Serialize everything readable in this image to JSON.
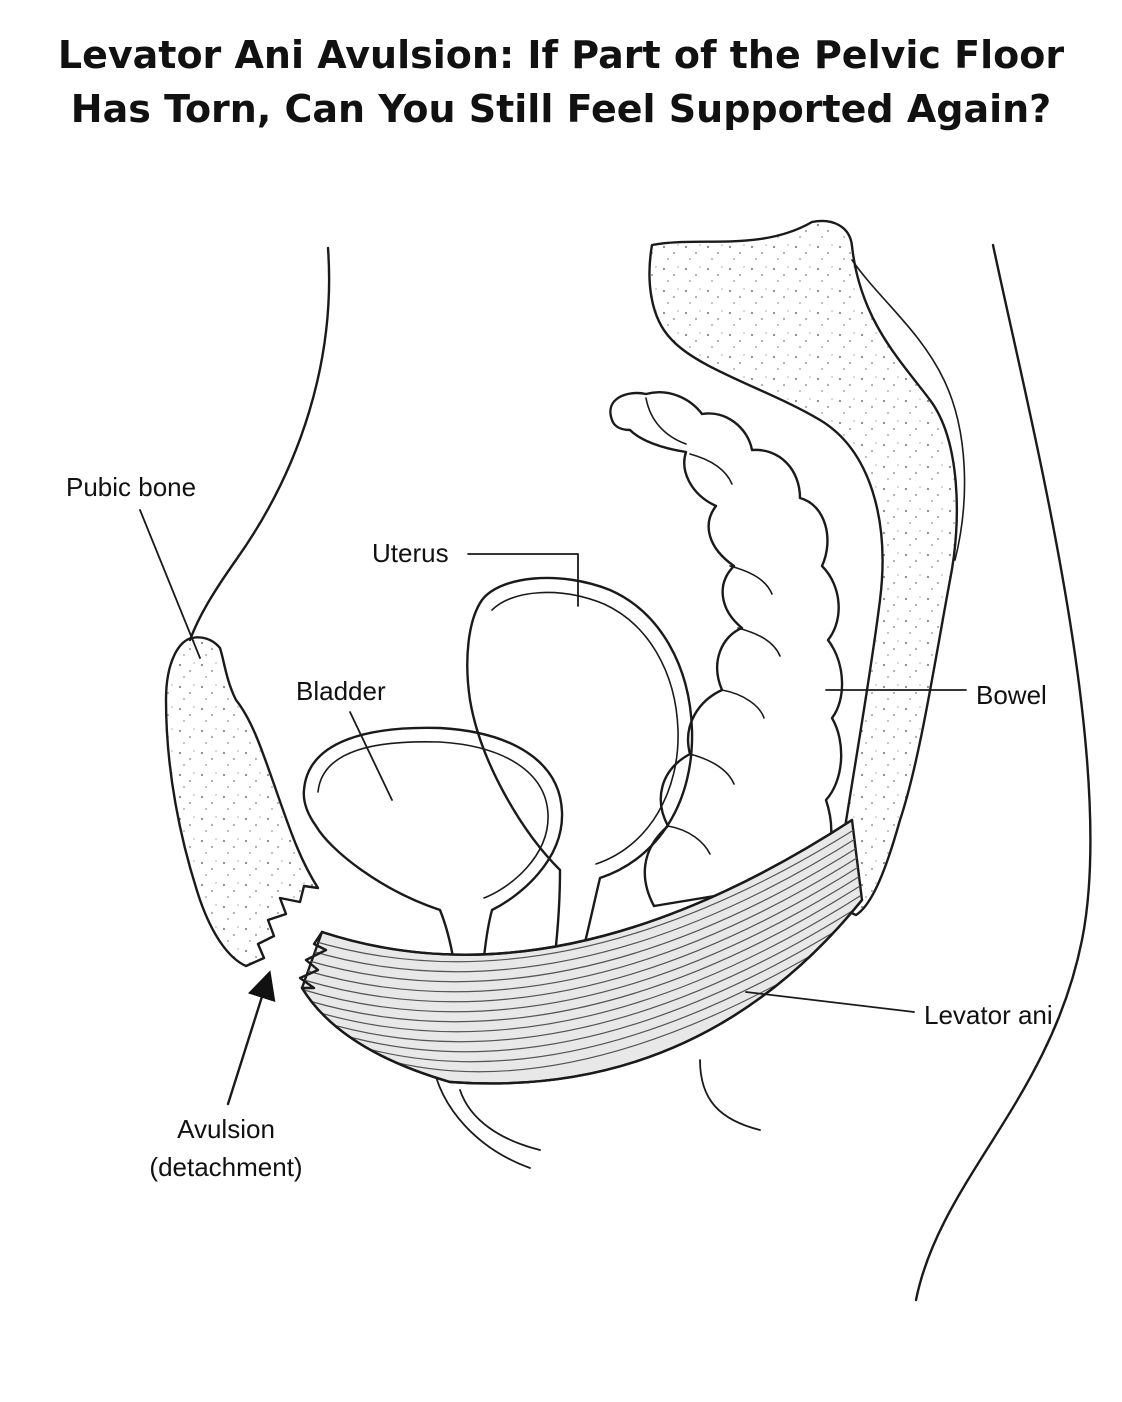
{
  "title": {
    "line1": "Levator Ani Avulsion: If Part of the Pelvic Floor",
    "line2": "Has Torn, Can You Still Feel Supported Again?"
  },
  "labels": {
    "pubic_bone": "Pubic bone",
    "uterus": "Uterus",
    "bladder": "Bladder",
    "bowel": "Bowel",
    "levator_ani": "Levator ani",
    "avulsion_line1": "Avulsion",
    "avulsion_line2": "(detachment)"
  }
}
